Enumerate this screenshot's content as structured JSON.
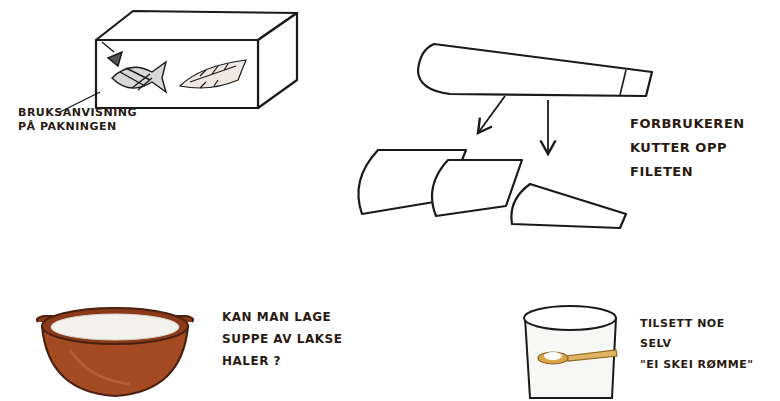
{
  "diagram": {
    "labels": [
      "BRUKSANVISNING PÅ PAKNINGEN",
      "FORBRUKEREN KUTTER OPP FILETEN",
      "KAN MAN LAGE SUPPE AV LAKSE HALER ?",
      "TILSETT NOE SELV",
      "\"EI SKEI RØMME\""
    ]
  }
}
